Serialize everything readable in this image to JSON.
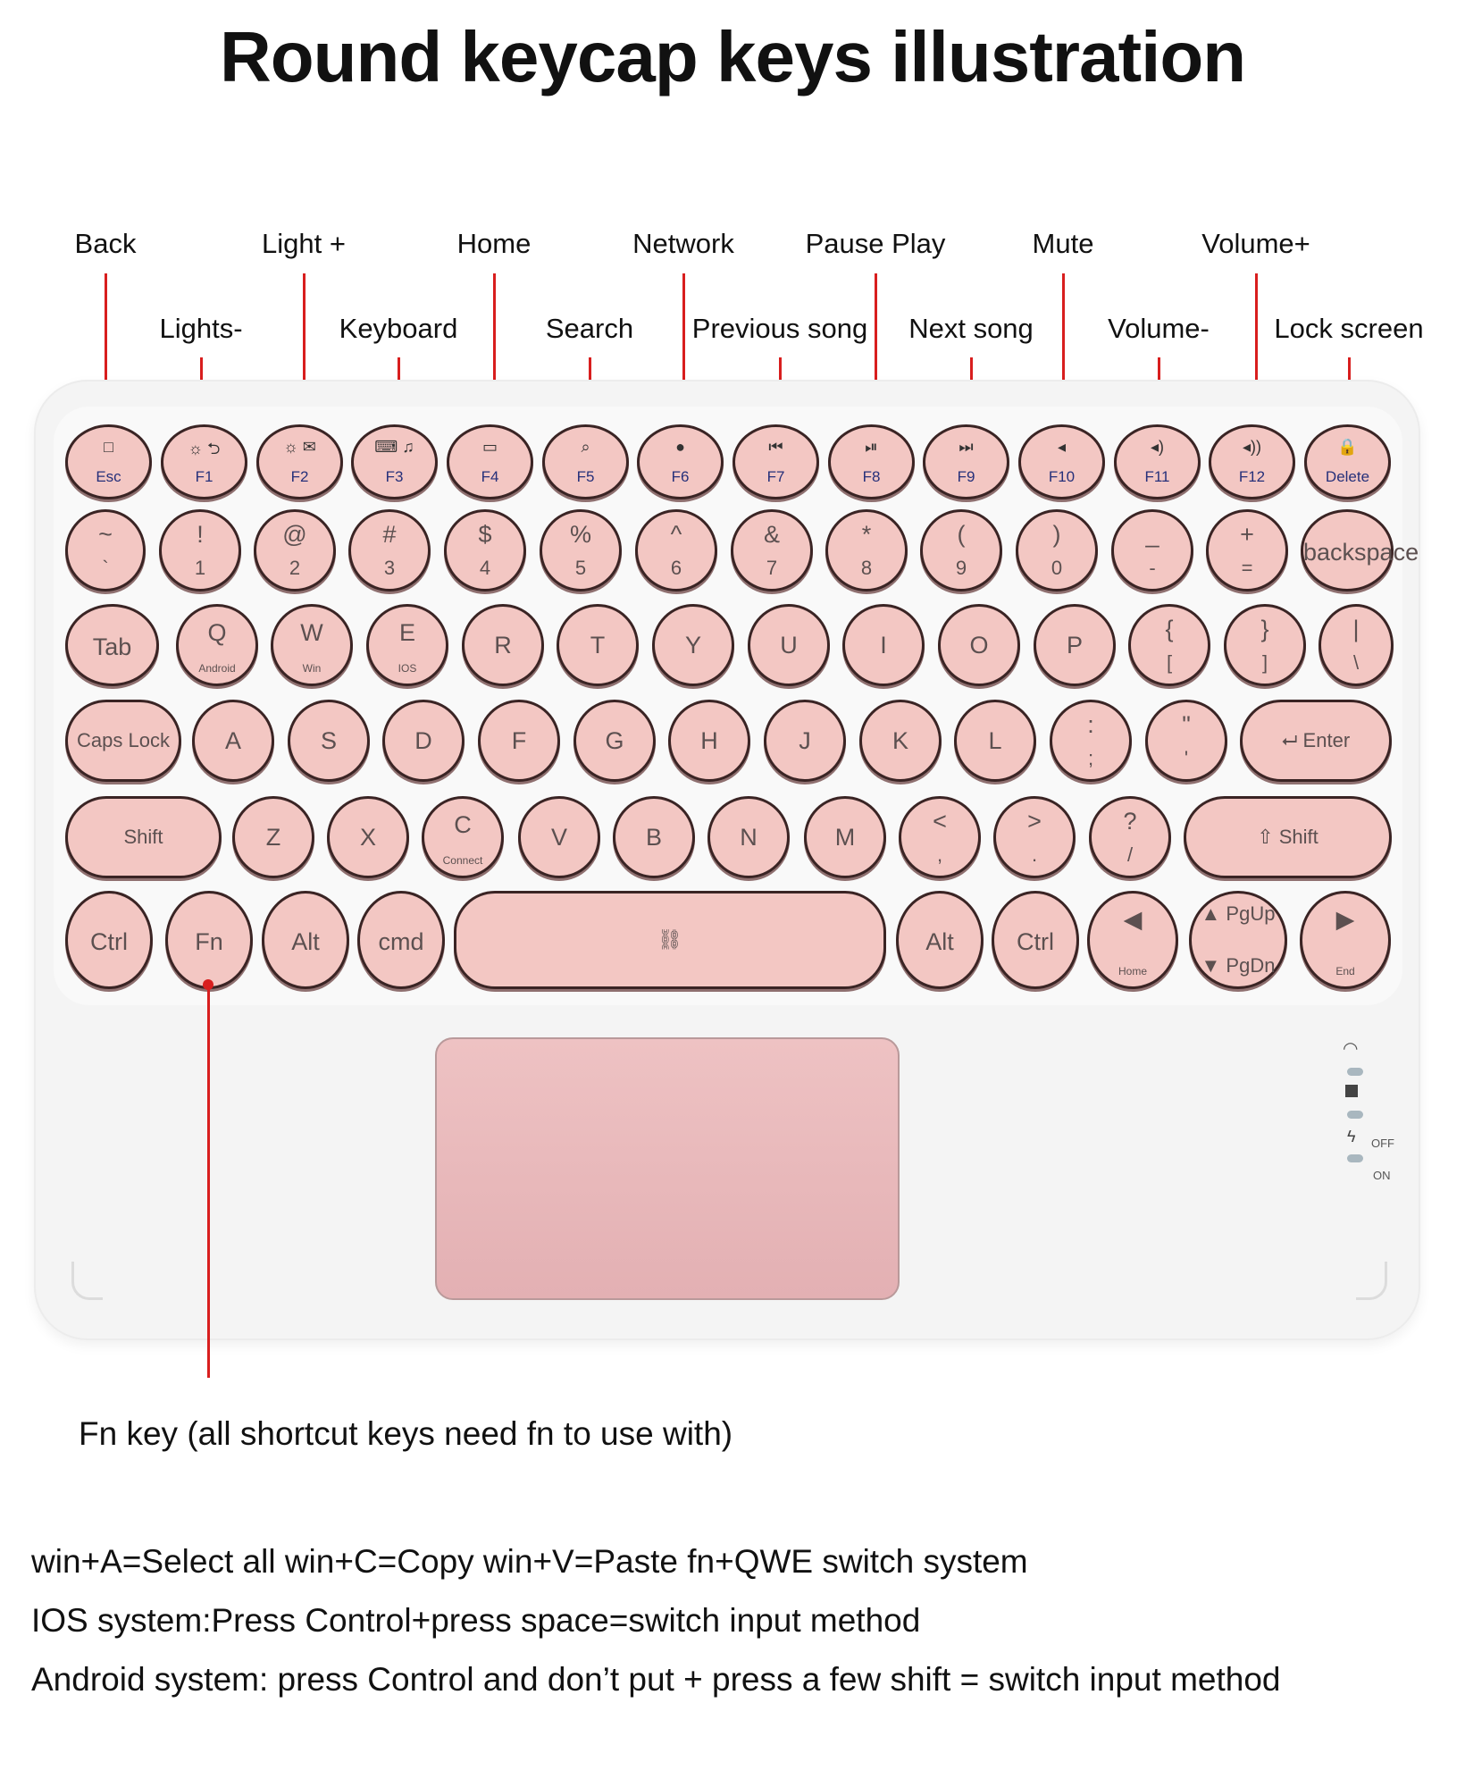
{
  "title": "Round keycap keys illustration",
  "callouts": [
    {
      "label": "Back",
      "row": "top"
    },
    {
      "label": "Lights-",
      "row": "bottom"
    },
    {
      "label": "Light +",
      "row": "top"
    },
    {
      "label": "Keyboard",
      "row": "bottom"
    },
    {
      "label": "Home",
      "row": "top"
    },
    {
      "label": "Search",
      "row": "bottom"
    },
    {
      "label": "Network",
      "row": "top"
    },
    {
      "label": "Previous song",
      "row": "bottom"
    },
    {
      "label": "Pause Play",
      "row": "top"
    },
    {
      "label": "Next song",
      "row": "bottom"
    },
    {
      "label": "Mute",
      "row": "top"
    },
    {
      "label": "Volume-",
      "row": "bottom"
    },
    {
      "label": "Volume+",
      "row": "top"
    },
    {
      "label": "Lock screen",
      "row": "bottom"
    }
  ],
  "leader_color": "#d81e1e",
  "keycap_color": "#f3c7c3",
  "rows": [
    [
      {
        "main": "Esc",
        "icon": "□"
      },
      {
        "main": "F1",
        "icon": "☼ ⮌"
      },
      {
        "main": "F2",
        "icon": "☼ ✉"
      },
      {
        "main": "F3",
        "icon": "⌨ ♫"
      },
      {
        "main": "F4",
        "icon": "▭"
      },
      {
        "main": "F5",
        "icon": "⌕"
      },
      {
        "main": "F6",
        "icon": "●"
      },
      {
        "main": "F7",
        "icon": "⏮"
      },
      {
        "main": "F8",
        "icon": "⏯"
      },
      {
        "main": "F9",
        "icon": "⏭"
      },
      {
        "main": "F10",
        "icon": "◂"
      },
      {
        "main": "F11",
        "icon": "◂)"
      },
      {
        "main": "F12",
        "icon": "◂))"
      },
      {
        "main": "Delete",
        "icon": "🔒"
      }
    ],
    [
      {
        "top": "~",
        "bot": "`"
      },
      {
        "top": "!",
        "bot": "1"
      },
      {
        "top": "@",
        "bot": "2"
      },
      {
        "top": "#",
        "bot": "3"
      },
      {
        "top": "$",
        "bot": "4"
      },
      {
        "top": "%",
        "bot": "5"
      },
      {
        "top": "^",
        "bot": "6"
      },
      {
        "top": "&",
        "bot": "7"
      },
      {
        "top": "*",
        "bot": "8"
      },
      {
        "top": "(",
        "bot": "9"
      },
      {
        "top": ")",
        "bot": "0"
      },
      {
        "top": "_",
        "bot": "-"
      },
      {
        "top": "+",
        "bot": "="
      },
      {
        "label": "backspace"
      }
    ],
    [
      {
        "label": "Tab"
      },
      {
        "top": "Q",
        "sub": "Android"
      },
      {
        "top": "W",
        "sub": "Win"
      },
      {
        "top": "E",
        "sub": "IOS"
      },
      {
        "top": "R"
      },
      {
        "top": "T"
      },
      {
        "top": "Y"
      },
      {
        "top": "U"
      },
      {
        "top": "I"
      },
      {
        "top": "O"
      },
      {
        "top": "P"
      },
      {
        "top": "{",
        "bot": "["
      },
      {
        "top": "}",
        "bot": "]"
      },
      {
        "top": "|",
        "bot": "\\"
      }
    ],
    [
      {
        "label": "Caps Lock"
      },
      {
        "top": "A"
      },
      {
        "top": "S"
      },
      {
        "top": "D"
      },
      {
        "top": "F"
      },
      {
        "top": "G"
      },
      {
        "top": "H"
      },
      {
        "top": "J"
      },
      {
        "top": "K"
      },
      {
        "top": "L"
      },
      {
        "top": ":",
        "bot": ";"
      },
      {
        "top": "\"",
        "bot": "'"
      },
      {
        "label": "⮠ Enter"
      }
    ],
    [
      {
        "label": "Shift"
      },
      {
        "top": "Z"
      },
      {
        "top": "X"
      },
      {
        "top": "C",
        "sub": "Connect"
      },
      {
        "top": "V"
      },
      {
        "top": "B"
      },
      {
        "top": "N"
      },
      {
        "top": "M"
      },
      {
        "top": "<",
        "bot": ","
      },
      {
        "top": ">",
        "bot": "."
      },
      {
        "top": "?",
        "bot": "/"
      },
      {
        "label": "⇧ Shift"
      }
    ],
    [
      {
        "label": "Ctrl"
      },
      {
        "label": "Fn"
      },
      {
        "label": "Alt"
      },
      {
        "label": "cmd"
      },
      {
        "label": "⛓"
      },
      {
        "label": "Alt"
      },
      {
        "label": "Ctrl"
      },
      {
        "top": "◀",
        "sub": "Home"
      },
      {
        "top": "▲ PgUp",
        "bot": "▼ PgDn"
      },
      {
        "top": "▶",
        "sub": "End"
      }
    ]
  ],
  "indicators": {
    "off": "OFF",
    "on": "ON"
  },
  "fn_note": "Fn key (all shortcut keys need fn to use with)",
  "notes": [
    "win+A=Select all win+C=Copy win+V=Paste fn+QWE switch system",
    "IOS system:Press Control+press space=switch input method",
    "Android system: press Control and don’t put + press a few shift = switch input method"
  ]
}
